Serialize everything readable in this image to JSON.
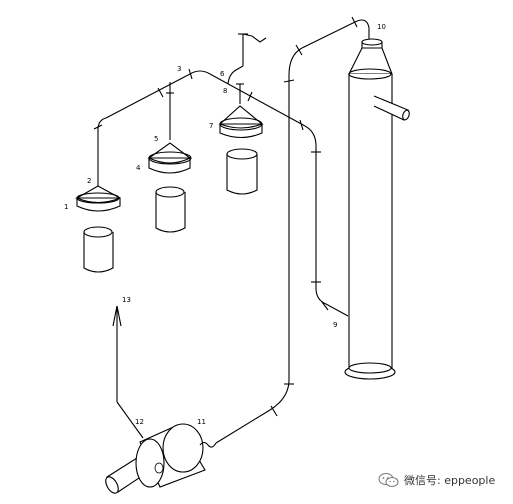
{
  "labels": {
    "l1": "1",
    "l2": "2",
    "l3": "3",
    "l4": "4",
    "l5": "5",
    "l6": "6",
    "l7": "7",
    "l8": "8",
    "l9": "9",
    "l10": "10",
    "l11": "11",
    "l12": "12",
    "l13": "13"
  },
  "watermark": {
    "text": "微信号: eppeople",
    "icon": "wechat-icon"
  }
}
